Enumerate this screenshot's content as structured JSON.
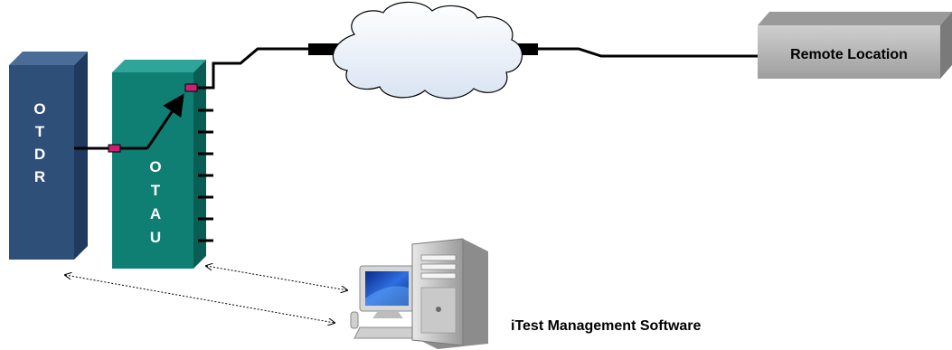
{
  "otdr": {
    "letters": [
      "O",
      "T",
      "D",
      "R"
    ]
  },
  "otau": {
    "letters": [
      "O",
      "T",
      "A",
      "U"
    ]
  },
  "remote_location": {
    "label": "Remote Location"
  },
  "software": {
    "label": "iTest Management Software"
  },
  "colors": {
    "otdr_front": "#2e4f78",
    "otdr_side": "#1f3a5e",
    "otdr_top": "#4a6d98",
    "otau_front": "#0f7f74",
    "otau_side": "#0a5d55",
    "otau_top": "#2fa59a",
    "connector": "#cc1f73",
    "remote_box": "#b3b3b3",
    "fiber": "#000000"
  },
  "icons": [
    "cloud-icon",
    "computer-icon",
    "fiber-connector-icon"
  ]
}
